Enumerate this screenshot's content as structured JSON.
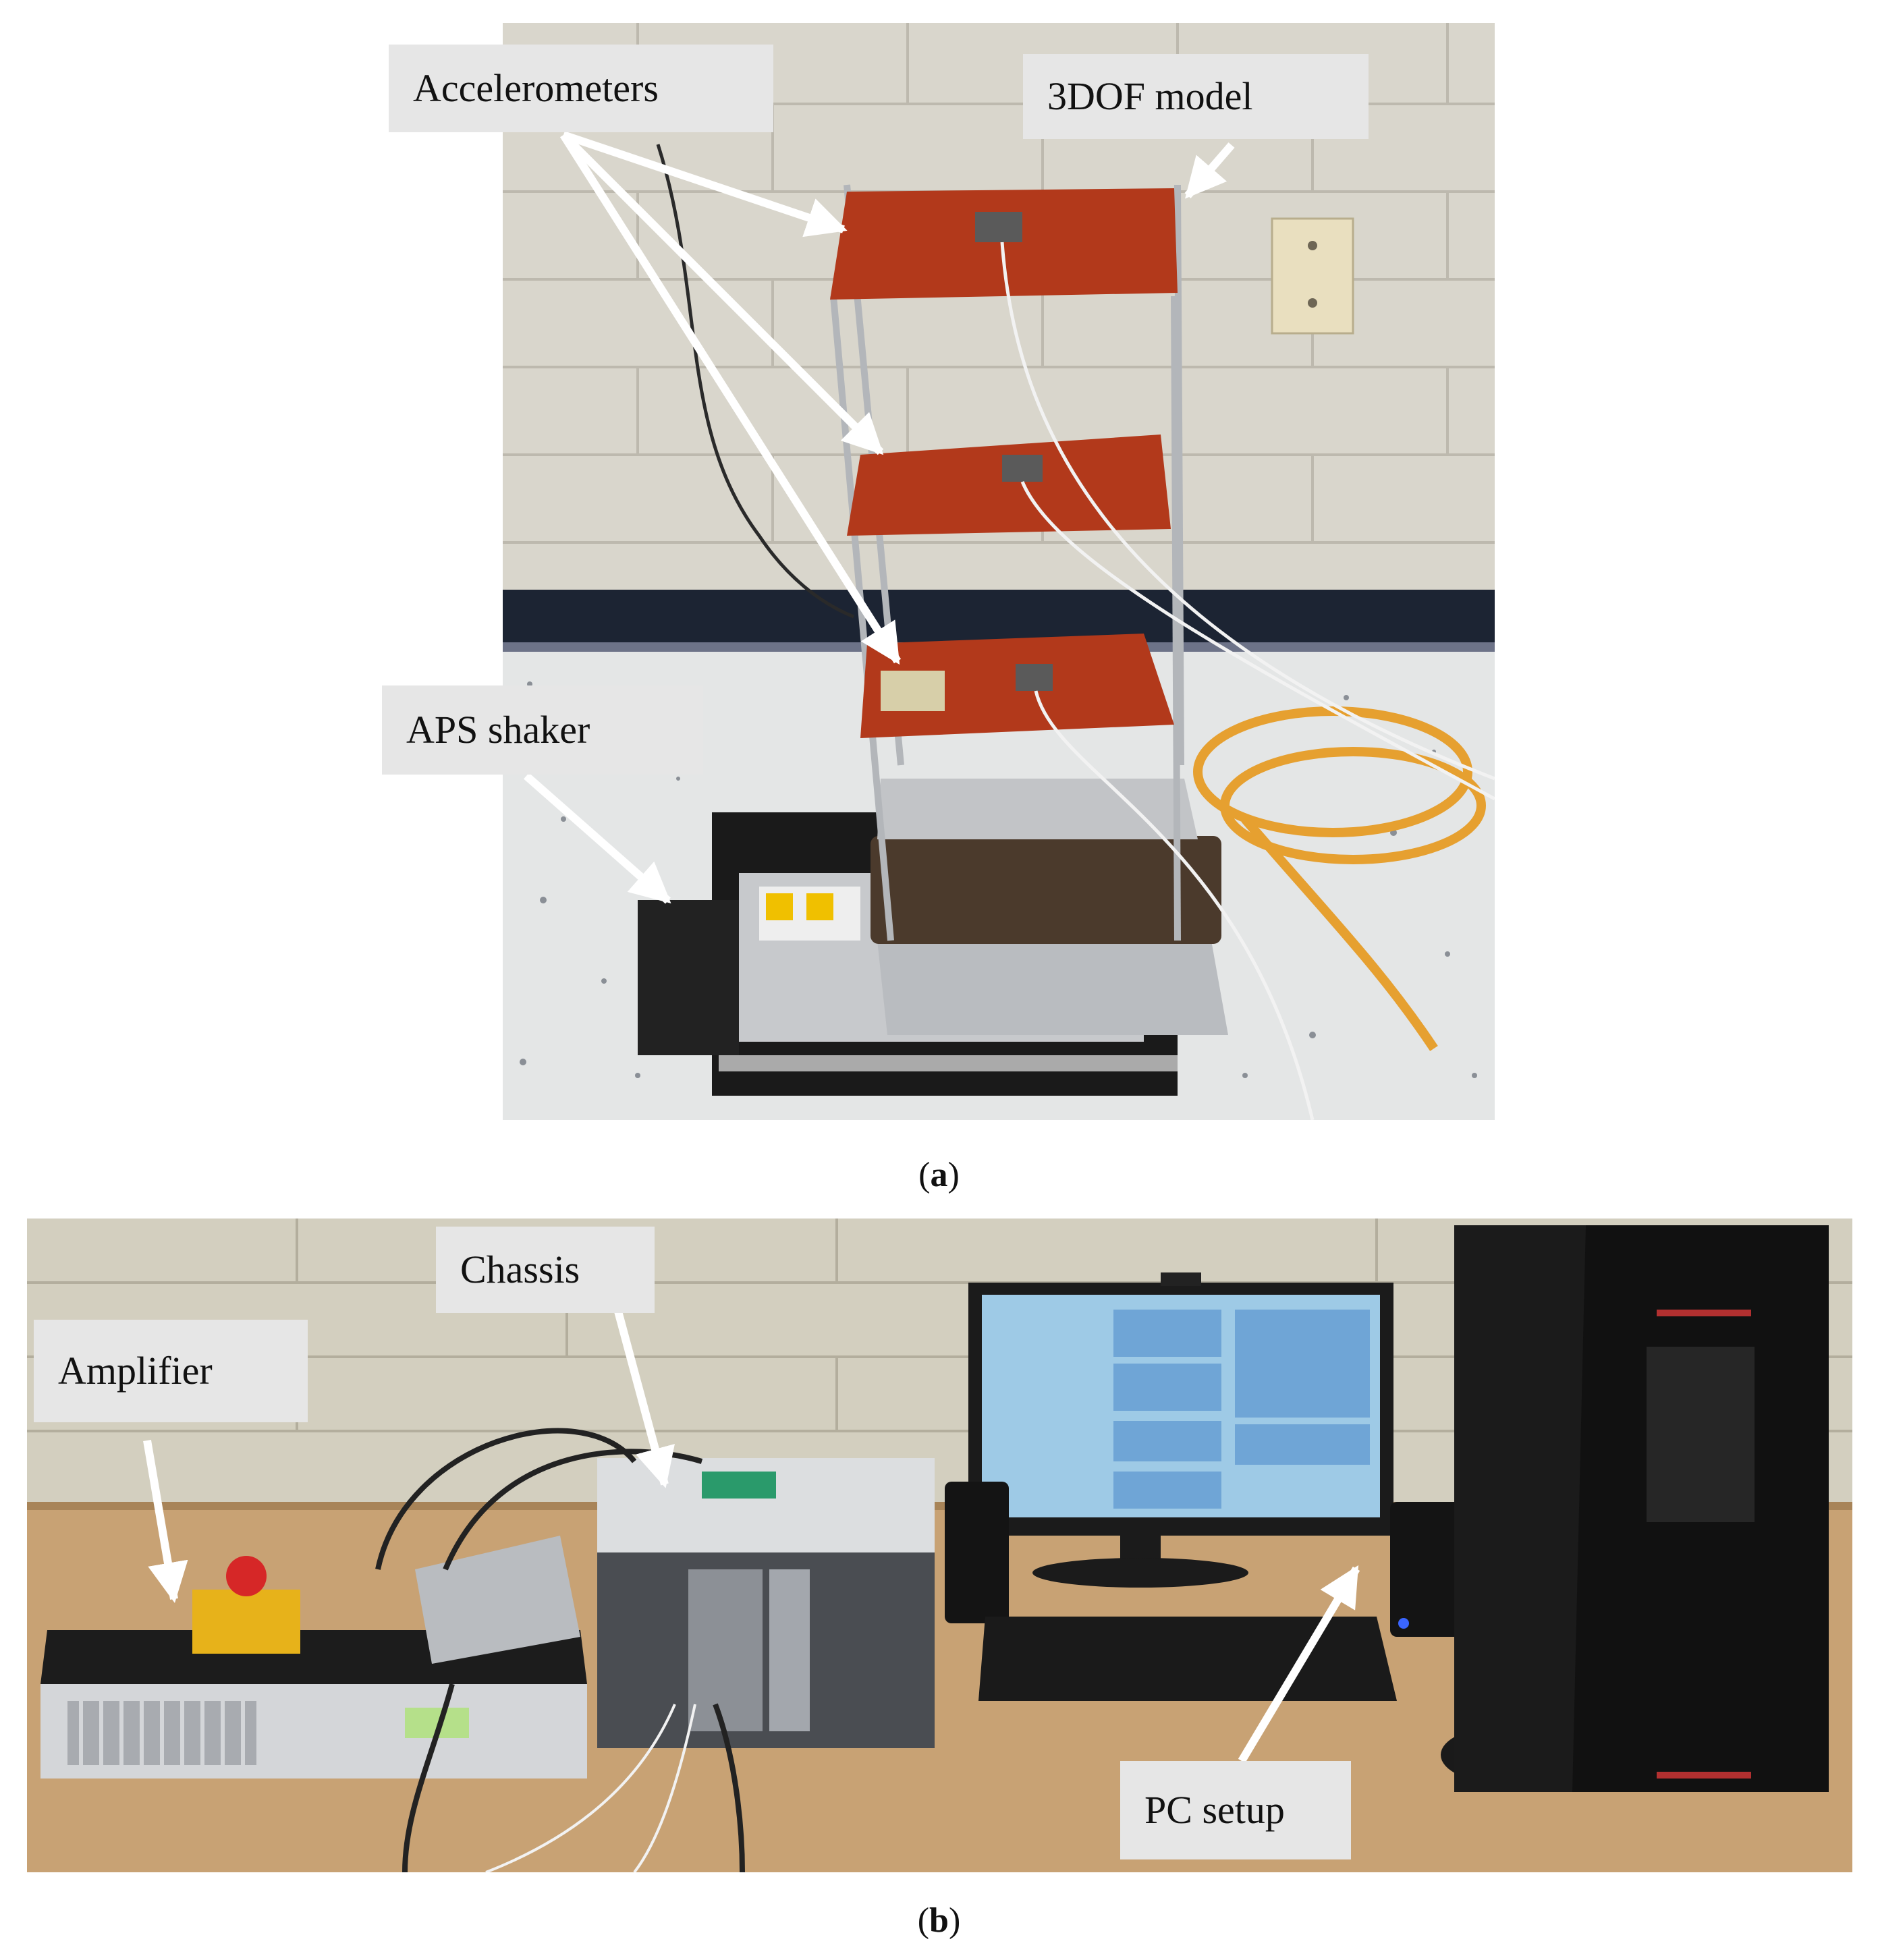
{
  "panel_a": {
    "callouts": {
      "accelerometers": "Accelerometers",
      "model": "3DOF model",
      "shaker": "APS shaker"
    },
    "caption_letter": "a"
  },
  "panel_b": {
    "callouts": {
      "amplifier": "Amplifier",
      "chassis": "Chassis",
      "pc": "PC setup"
    },
    "caption_letter": "b"
  }
}
